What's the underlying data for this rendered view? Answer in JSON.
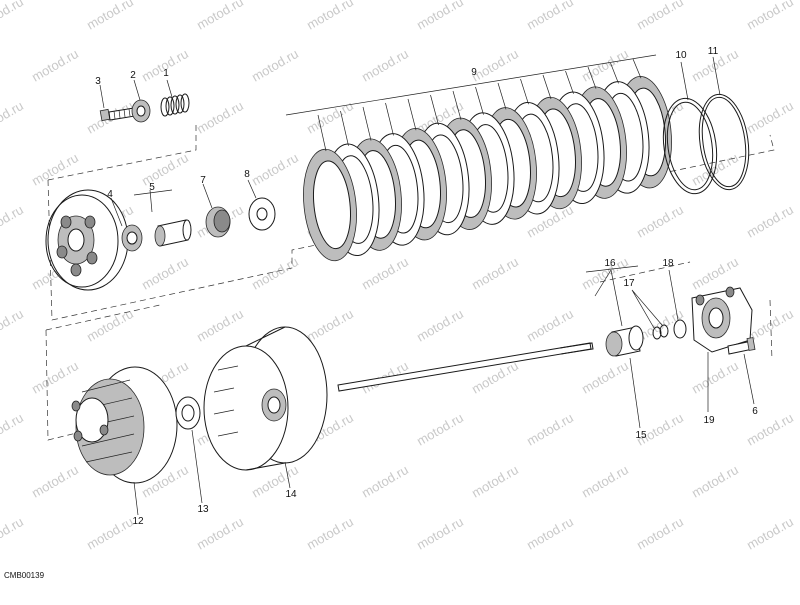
{
  "drawing_code": "CMB00139",
  "watermark_text": "motod.ru",
  "callouts": [
    {
      "id": "1",
      "label": "1"
    },
    {
      "id": "2",
      "label": "2"
    },
    {
      "id": "3",
      "label": "3"
    },
    {
      "id": "4",
      "label": "4"
    },
    {
      "id": "5",
      "label": "5"
    },
    {
      "id": "6",
      "label": "6"
    },
    {
      "id": "7",
      "label": "7"
    },
    {
      "id": "8",
      "label": "8"
    },
    {
      "id": "9",
      "label": "9"
    },
    {
      "id": "10",
      "label": "10"
    },
    {
      "id": "11",
      "label": "11"
    },
    {
      "id": "12",
      "label": "12"
    },
    {
      "id": "13",
      "label": "13"
    },
    {
      "id": "14",
      "label": "14"
    },
    {
      "id": "15",
      "label": "15"
    },
    {
      "id": "16",
      "label": "16"
    },
    {
      "id": "17",
      "label": "17"
    },
    {
      "id": "18",
      "label": "18"
    },
    {
      "id": "19",
      "label": "19"
    }
  ]
}
